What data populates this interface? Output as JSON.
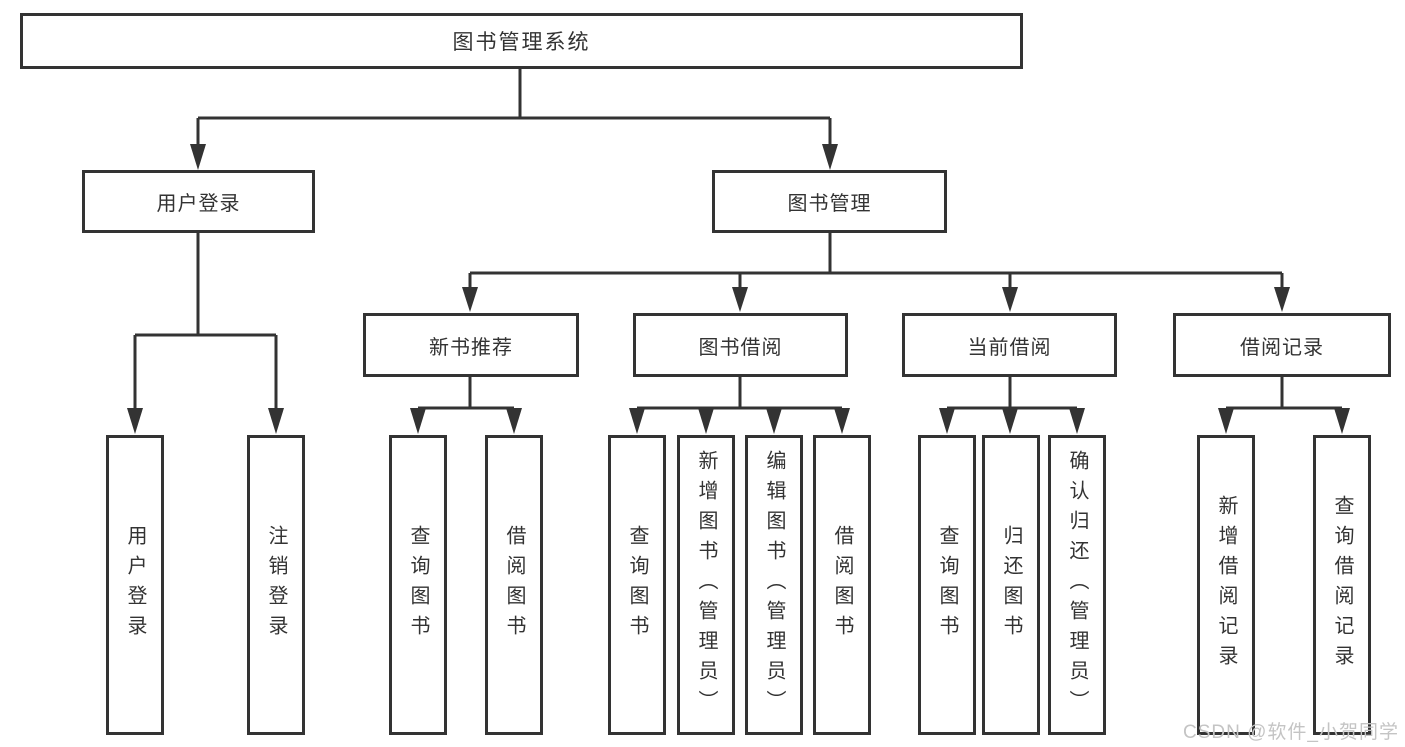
{
  "diagram": {
    "root": {
      "label": "图书管理系统"
    },
    "branches": {
      "user_login": {
        "label": "用户登录",
        "children": [
          "用户登录",
          "注销登录"
        ]
      },
      "book_mgmt": {
        "label": "图书管理",
        "children": [
          {
            "label": "新书推荐",
            "children": [
              "查询图书",
              "借阅图书"
            ]
          },
          {
            "label": "图书借阅",
            "children": [
              "查询图书",
              "新增图书（管理员）",
              "编辑图书（管理员）",
              "借阅图书"
            ]
          },
          {
            "label": "当前借阅",
            "children": [
              "查询图书",
              "归还图书",
              "确认归还（管理员）"
            ]
          },
          {
            "label": "借阅记录",
            "children": [
              "新增借阅记录",
              "查询借阅记录"
            ]
          }
        ]
      }
    }
  },
  "watermark": {
    "text": "CSDN @软件_小贺同学",
    "color": "#c4c4c4"
  },
  "colors": {
    "line": "#333333",
    "box_border": "#333333",
    "box_fill": "#ffffff",
    "text": "#333333",
    "background": "#ffffff"
  }
}
